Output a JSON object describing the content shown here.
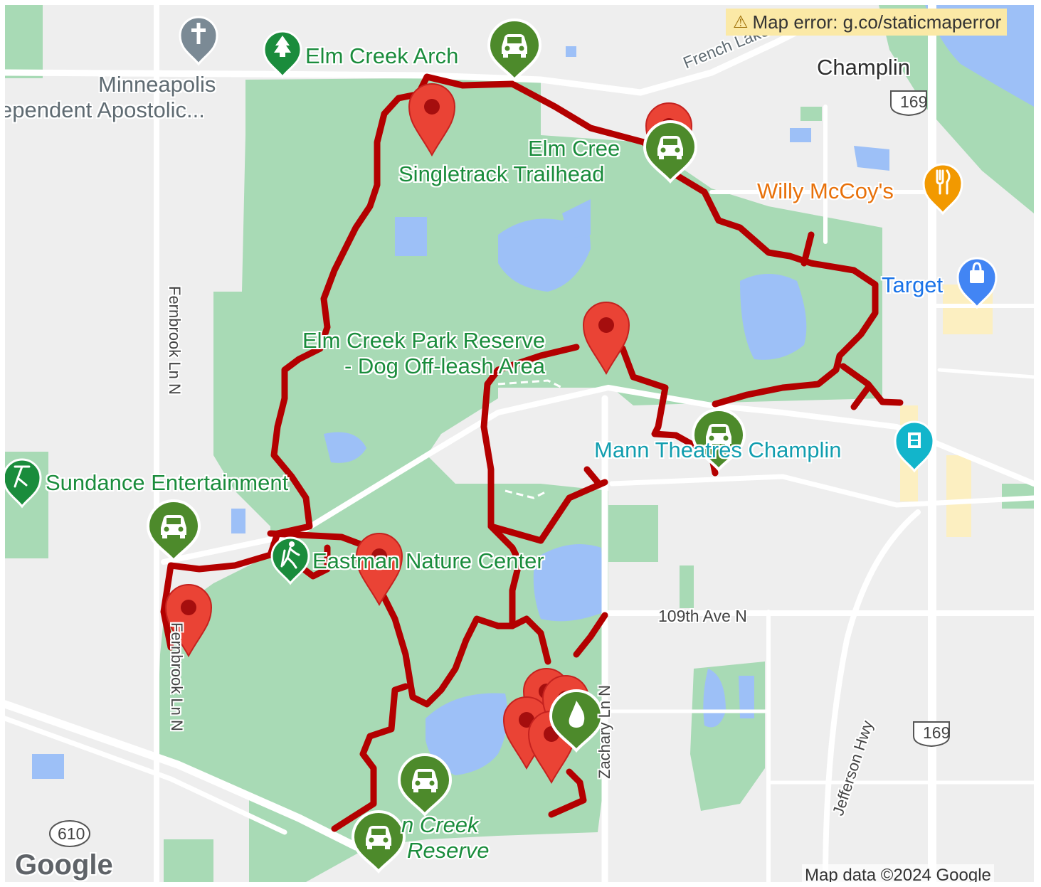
{
  "map": {
    "error_text": "Map error: g.co/staticmaperror",
    "attribution": "Map data ©2024 Google",
    "logo": "Google",
    "colors": {
      "park": "#a8dab5",
      "water": "#9dc0f7",
      "land": "#eeeeee",
      "trail": "#b30000",
      "marker_red": "#ea4335",
      "marker_green": "#4d8a2b",
      "retail": "#fcefc1"
    }
  },
  "labels": {
    "minneapolis": "Minneapolis",
    "apostolic": "ependent Apostolic...",
    "elm_creek_archery": "Elm Creek Arch",
    "french_lake_rd": "French Lake Ro",
    "champlin": "Champlin",
    "hwy_169_top": "169",
    "elm_creek_trailhead_1": "Elm Cree",
    "singletrack_trailhead": "Singletrack Trailhead",
    "willy_mccoys": "Willy McCoy's",
    "target": "Target",
    "fernbrook_top": "Fernbrook Ln N",
    "dog_area_1": "Elm Creek Park Reserve",
    "dog_area_2": "- Dog Off-leash Area",
    "mann_theatres": "Mann Theatres Champlin",
    "sundance": "Sundance Entertainment",
    "eastman_nature_center": "Eastman Nature Center",
    "ave_109th": "109th Ave N",
    "fernbrook_bottom": "Fernbrook Ln N",
    "zachary_ln": "Zachary Ln N",
    "jefferson_hwy": "Jefferson Hwy",
    "hwy_169_bottom": "169",
    "hwy_610": "610",
    "creek_reserve_1": "n Creek",
    "creek_reserve_2": "Reserve"
  },
  "icons": {
    "church": "cross-icon",
    "tree": "tree-icon",
    "car": "car-icon",
    "restaurant": "fork-knife-icon",
    "shopping": "shopping-bag-icon",
    "theater": "film-icon",
    "golf": "golfer-icon",
    "hiking": "hiker-icon",
    "fire": "flame-icon",
    "warning": "warning-icon"
  }
}
